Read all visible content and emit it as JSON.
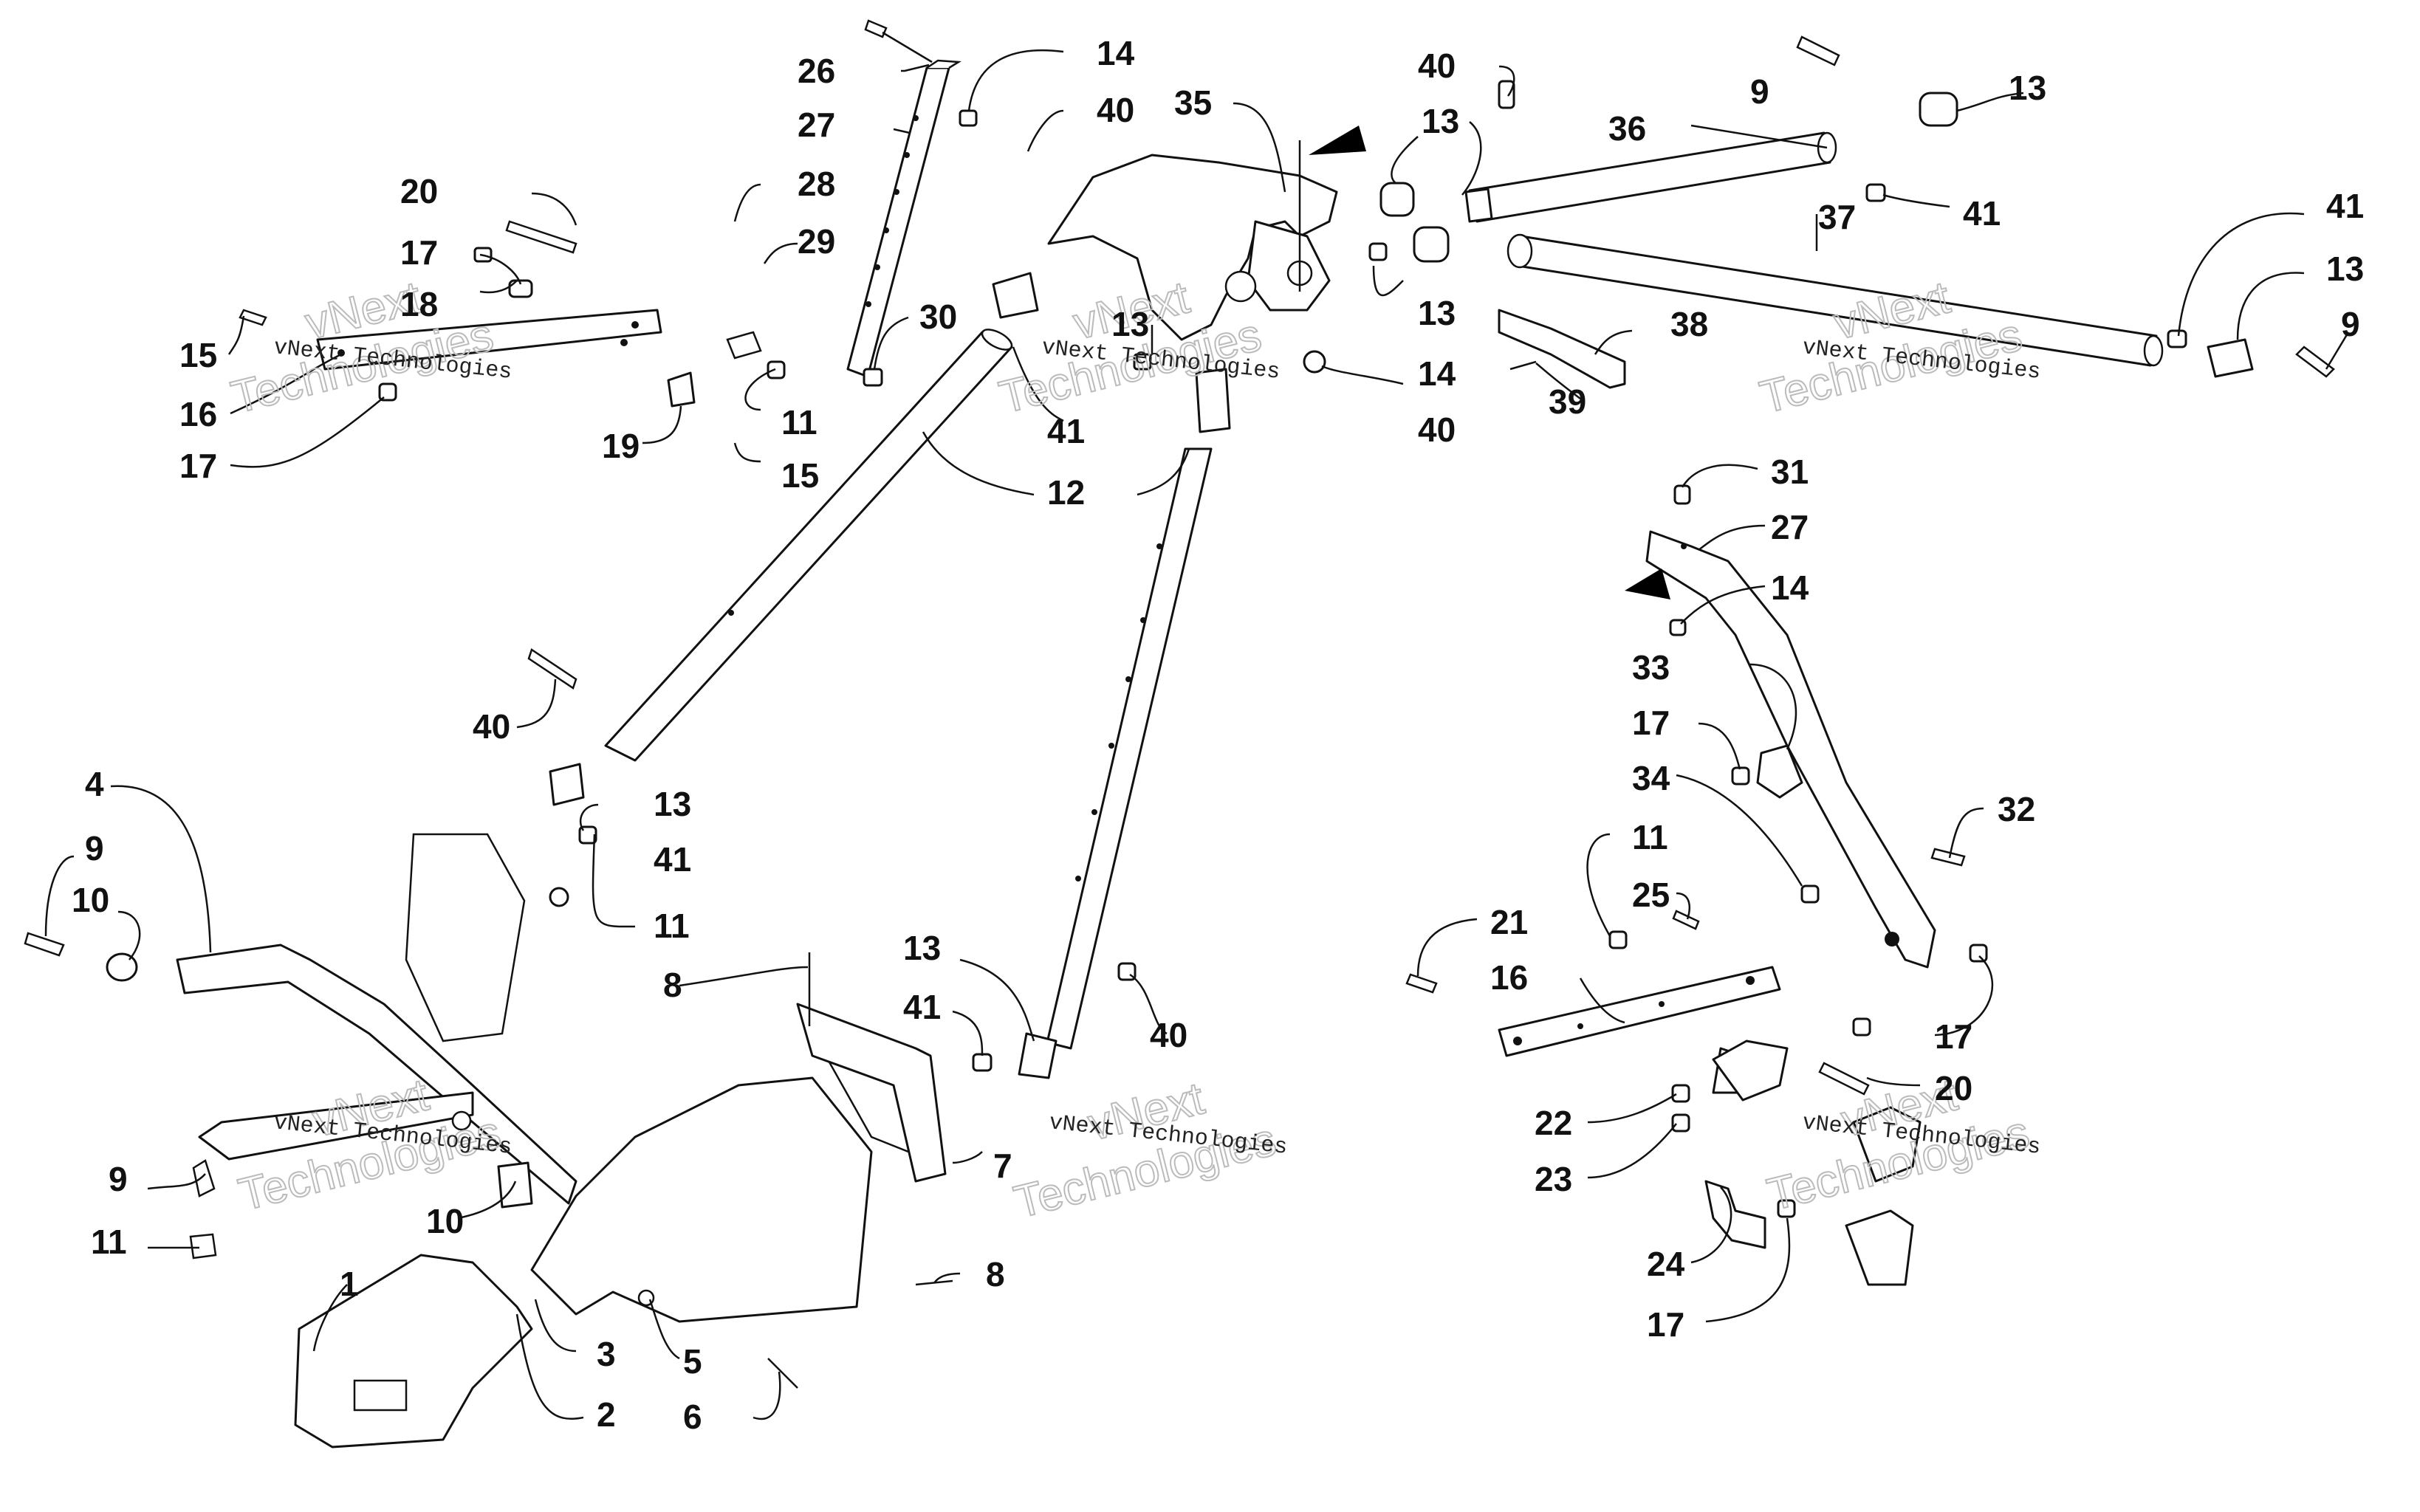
{
  "watermark": {
    "line1": "vNext Technologies",
    "line2": "Technologies",
    "brand": "vNext",
    "color": "#bbbbbb"
  },
  "callouts": [
    {
      "id": "c1",
      "label": "26"
    },
    {
      "id": "c2",
      "label": "14"
    },
    {
      "id": "c3",
      "label": "27"
    },
    {
      "id": "c4",
      "label": "40"
    },
    {
      "id": "c5",
      "label": "35"
    },
    {
      "id": "c6",
      "label": "40"
    },
    {
      "id": "c7",
      "label": "13"
    },
    {
      "id": "c8",
      "label": "9"
    },
    {
      "id": "c9",
      "label": "13"
    },
    {
      "id": "c10",
      "label": "36"
    },
    {
      "id": "c11",
      "label": "41"
    },
    {
      "id": "c12",
      "label": "37"
    },
    {
      "id": "c13",
      "label": "41"
    },
    {
      "id": "c14",
      "label": "13"
    },
    {
      "id": "c15",
      "label": "9"
    },
    {
      "id": "c16",
      "label": "20"
    },
    {
      "id": "c17",
      "label": "28"
    },
    {
      "id": "c18",
      "label": "29"
    },
    {
      "id": "c19",
      "label": "17"
    },
    {
      "id": "c20",
      "label": "18"
    },
    {
      "id": "c21",
      "label": "15"
    },
    {
      "id": "c22",
      "label": "16"
    },
    {
      "id": "c23",
      "label": "17"
    },
    {
      "id": "c24",
      "label": "30"
    },
    {
      "id": "c25",
      "label": "13"
    },
    {
      "id": "c26",
      "label": "41"
    },
    {
      "id": "c27",
      "label": "13"
    },
    {
      "id": "c28",
      "label": "14"
    },
    {
      "id": "c29",
      "label": "40"
    },
    {
      "id": "c30",
      "label": "38"
    },
    {
      "id": "c31",
      "label": "39"
    },
    {
      "id": "c32",
      "label": "11"
    },
    {
      "id": "c33",
      "label": "19"
    },
    {
      "id": "c34",
      "label": "15"
    },
    {
      "id": "c35",
      "label": "12"
    },
    {
      "id": "c36",
      "label": "31"
    },
    {
      "id": "c37",
      "label": "27"
    },
    {
      "id": "c38",
      "label": "14"
    },
    {
      "id": "c39",
      "label": "33"
    },
    {
      "id": "c40",
      "label": "17"
    },
    {
      "id": "c41",
      "label": "34"
    },
    {
      "id": "c42",
      "label": "32"
    },
    {
      "id": "c43",
      "label": "11"
    },
    {
      "id": "c44",
      "label": "25"
    },
    {
      "id": "c45",
      "label": "21"
    },
    {
      "id": "c46",
      "label": "16"
    },
    {
      "id": "c47",
      "label": "17"
    },
    {
      "id": "c48",
      "label": "20"
    },
    {
      "id": "c49",
      "label": "22"
    },
    {
      "id": "c50",
      "label": "23"
    },
    {
      "id": "c51",
      "label": "24"
    },
    {
      "id": "c52",
      "label": "17"
    },
    {
      "id": "c53",
      "label": "40"
    },
    {
      "id": "c54",
      "label": "13"
    },
    {
      "id": "c55",
      "label": "41"
    },
    {
      "id": "c56",
      "label": "11"
    },
    {
      "id": "c57",
      "label": "4"
    },
    {
      "id": "c58",
      "label": "9"
    },
    {
      "id": "c59",
      "label": "10"
    },
    {
      "id": "c60",
      "label": "8"
    },
    {
      "id": "c61",
      "label": "13"
    },
    {
      "id": "c62",
      "label": "41"
    },
    {
      "id": "c63",
      "label": "40"
    },
    {
      "id": "c64",
      "label": "9"
    },
    {
      "id": "c65",
      "label": "11"
    },
    {
      "id": "c66",
      "label": "10"
    },
    {
      "id": "c67",
      "label": "7"
    },
    {
      "id": "c68",
      "label": "8"
    },
    {
      "id": "c69",
      "label": "1"
    },
    {
      "id": "c70",
      "label": "3"
    },
    {
      "id": "c71",
      "label": "5"
    },
    {
      "id": "c72",
      "label": "2"
    },
    {
      "id": "c73",
      "label": "6"
    }
  ]
}
